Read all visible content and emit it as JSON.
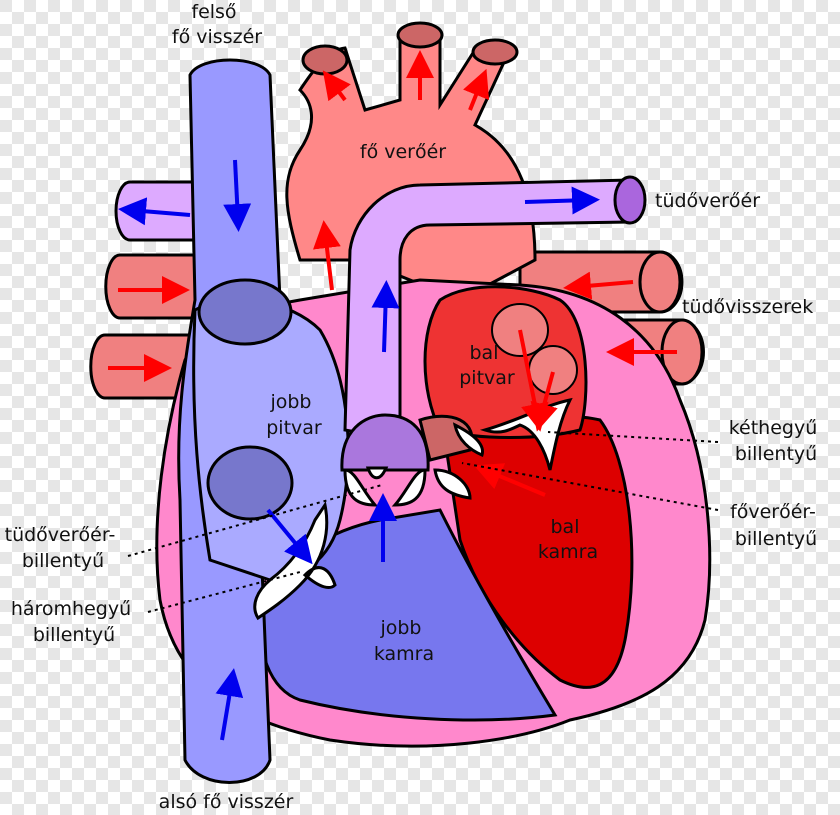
{
  "labels": {
    "superior_vena_cava": [
      "felső",
      "fő visszér"
    ],
    "aorta": "fő verőér",
    "pulmonary_artery": "tüdőverőér",
    "pulmonary_veins": "tüdővisszerek",
    "left_atrium": [
      "bal",
      "pitvar"
    ],
    "right_atrium": [
      "jobb",
      "pitvar"
    ],
    "mitral_valve": [
      "kéthegyű",
      "billentyű"
    ],
    "aortic_valve": [
      "főverőér-",
      "billentyű"
    ],
    "pulmonary_valve": [
      "tüdőverőér-",
      "billentyű"
    ],
    "tricuspid_valve": [
      "háromhegyű",
      "billentyű"
    ],
    "left_ventricle": [
      "bal",
      "kamra"
    ],
    "right_ventricle": [
      "jobb",
      "kamra"
    ],
    "inferior_vena_cava": "alsó fő visszér"
  },
  "colors": {
    "background_light": "#ffffff",
    "background_dark": "#e6e6e6",
    "vena_cava": "#9999ff",
    "right_heart": "#aaaaff",
    "right_ventricle": "#7777ee",
    "aorta": "#ff8888",
    "pulmonary_artery": "#ddaaff",
    "left_atrium": "#ee3333",
    "left_ventricle": "#dd0000",
    "myocardium": "#ff88cc",
    "arrow_red": "#ff0000",
    "arrow_blue": "#0000ee",
    "valve_white": "#ffffff",
    "outline": "#000000"
  }
}
